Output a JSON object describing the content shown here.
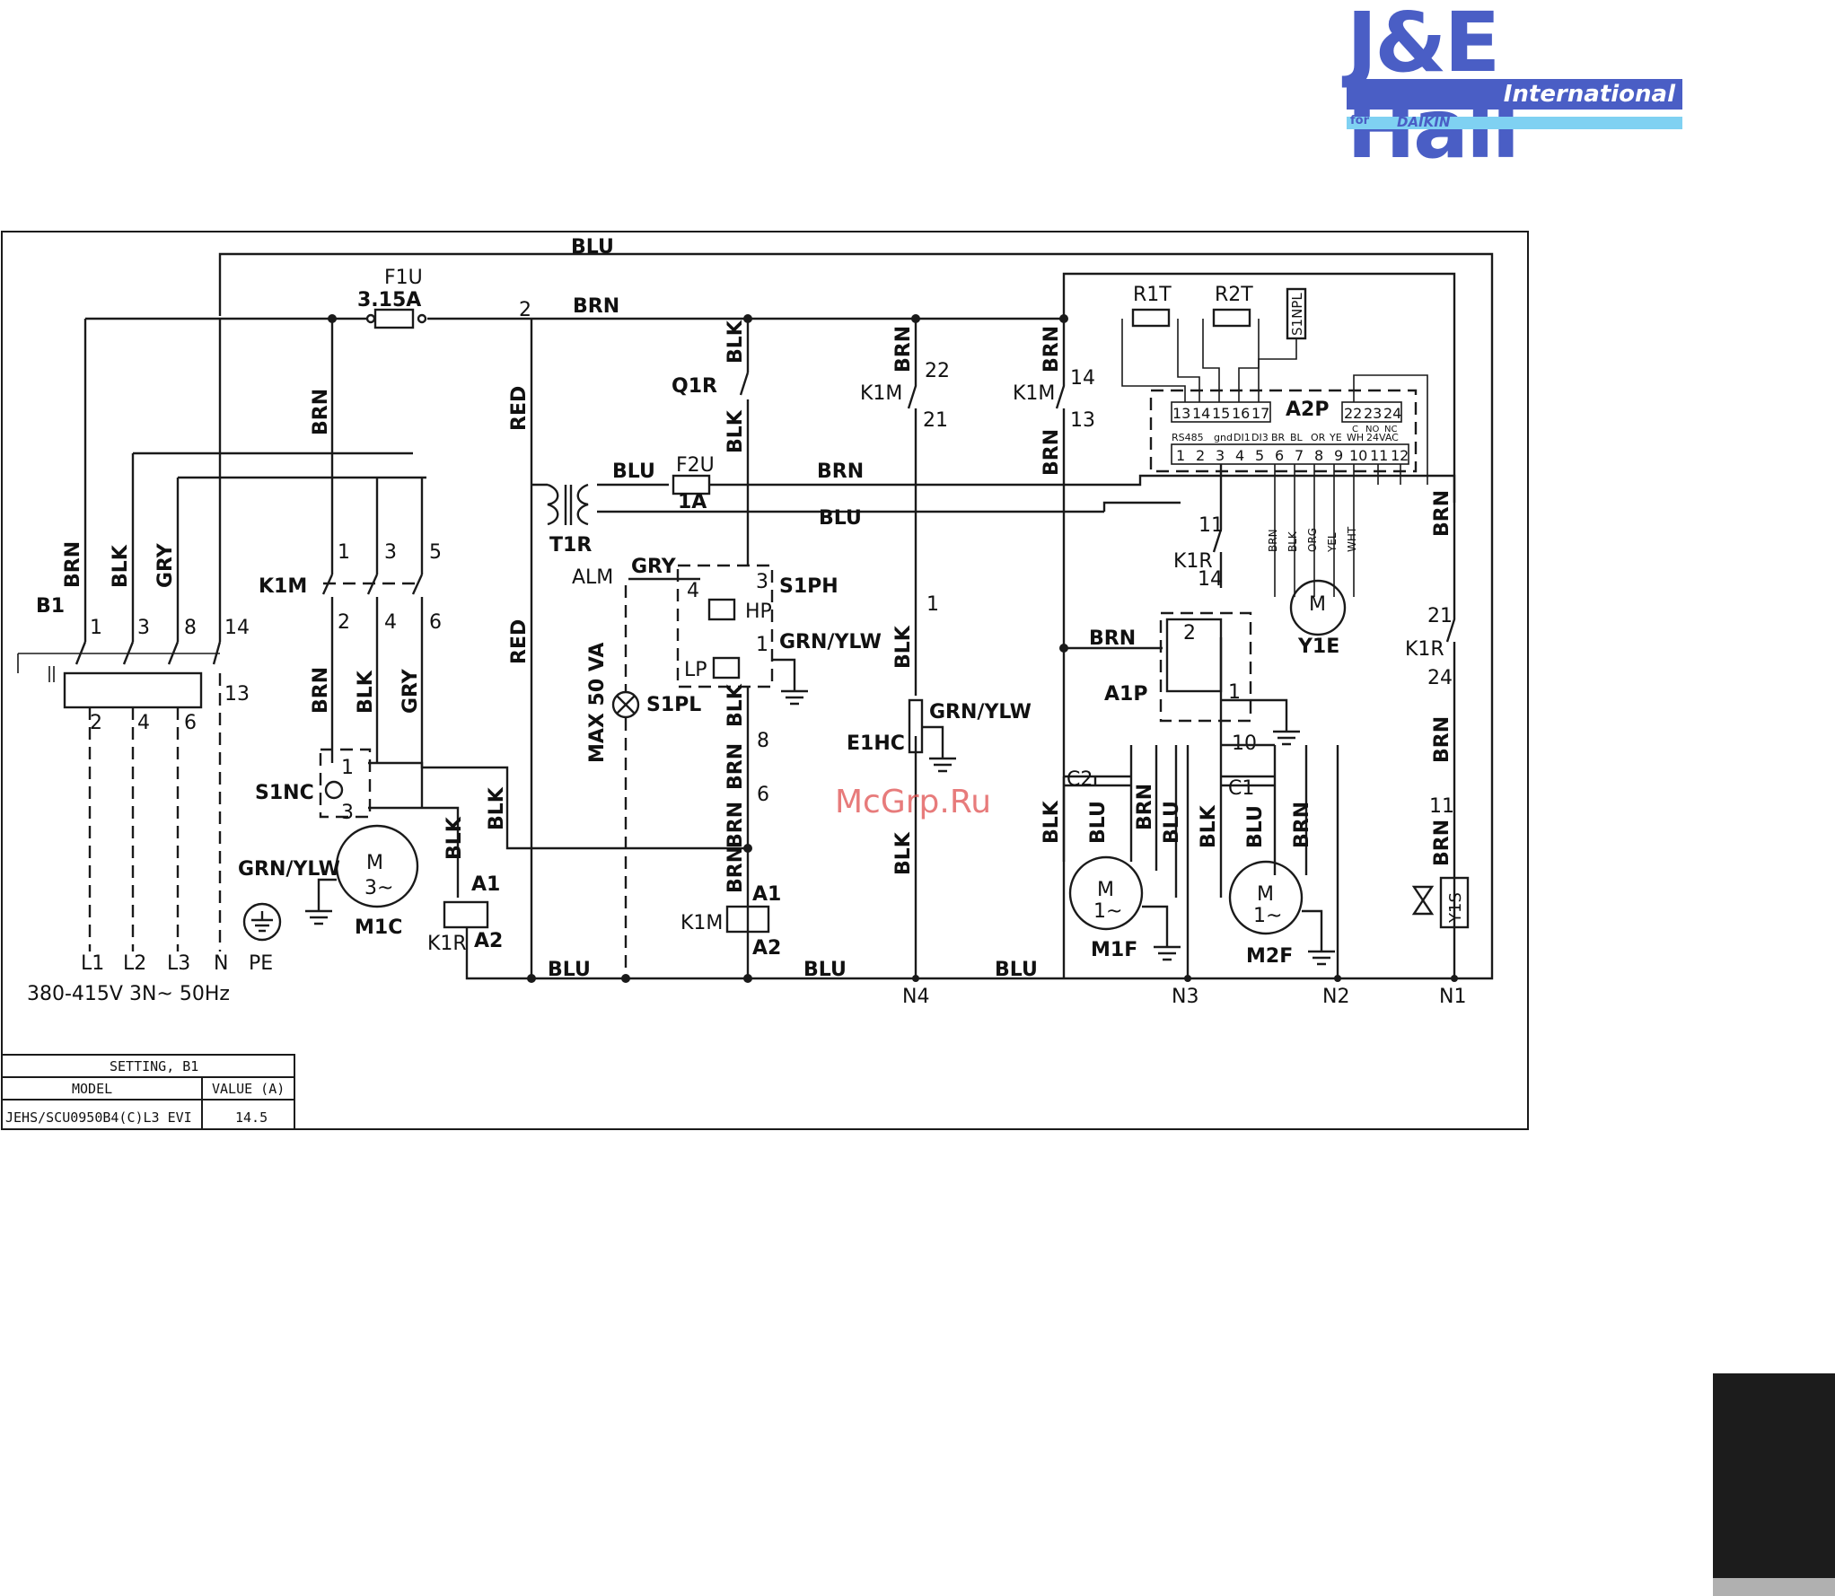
{
  "logo": {
    "brand": "J&E Hall",
    "sub": "International",
    "for_text": "for",
    "partner": "DAIKIN"
  },
  "watermark": "McGrp.Ru",
  "wire_colors": {
    "blu": "BLU",
    "brn": "BRN",
    "blk": "BLK",
    "gry": "GRY",
    "red": "RED",
    "grn_ylw": "GRN/YLW"
  },
  "components": {
    "f1u": "F1U",
    "f1u_rating": "3.15A",
    "f2u": "F2U",
    "f2u_rating": "1A",
    "t1r": "T1R",
    "q1r": "Q1R",
    "k1m": "K1M",
    "k1r": "K1R",
    "b1": "B1",
    "s1nc": "S1NC",
    "s1ph": "S1PH",
    "s1pl": "S1PL",
    "e1hc": "E1HC",
    "m1c": "M1C",
    "m1f": "M1F",
    "m2f": "M2F",
    "a1p": "A1P",
    "a2p": "A2P",
    "y1e": "Y1E",
    "y1s": "Y1S",
    "r1t": "R1T",
    "r2t": "R2T",
    "s1npl": "S1NPL",
    "c1": "C1",
    "c2": "C2",
    "alm": "ALM",
    "hp": "HP",
    "lp": "LP",
    "max_va": "MAX 50 VA",
    "a1": "A1",
    "a2": "A2",
    "m": "M",
    "phase3": "3~",
    "phase1": "1~"
  },
  "supply": {
    "terminals": [
      "L1",
      "L2",
      "L3",
      "N",
      "PE"
    ],
    "rating": "380-415V  3N~  50Hz"
  },
  "nodes": [
    "N4",
    "N3",
    "N2",
    "N1"
  ],
  "a2p_terminals": {
    "top": [
      "13",
      "14",
      "15",
      "16",
      "17"
    ],
    "top_right": [
      "22",
      "23",
      "24"
    ],
    "bottom": [
      "1",
      "2",
      "3",
      "4",
      "5",
      "6",
      "7",
      "8",
      "9",
      "10",
      "11",
      "12"
    ],
    "labels": [
      "RS485",
      "gnd",
      "DI1",
      "DI3",
      "BR",
      "BL",
      "OR",
      "YE",
      "C",
      "WH",
      "NO",
      "NC",
      "24VAC"
    ]
  },
  "y1e_wires": [
    "BRN",
    "BLK",
    "ORG",
    "YEL",
    "WHT"
  ],
  "pin_numbers": [
    "1",
    "2",
    "3",
    "4",
    "5",
    "6",
    "8",
    "9",
    "10",
    "11",
    "13",
    "14",
    "21",
    "22",
    "24"
  ],
  "settings_table": {
    "title": "SETTING, B1",
    "headers": [
      "MODEL",
      "VALUE (A)"
    ],
    "rows": [
      [
        "JEHS/SCU0950B4(C)L3 EVI",
        "14.5"
      ]
    ]
  }
}
